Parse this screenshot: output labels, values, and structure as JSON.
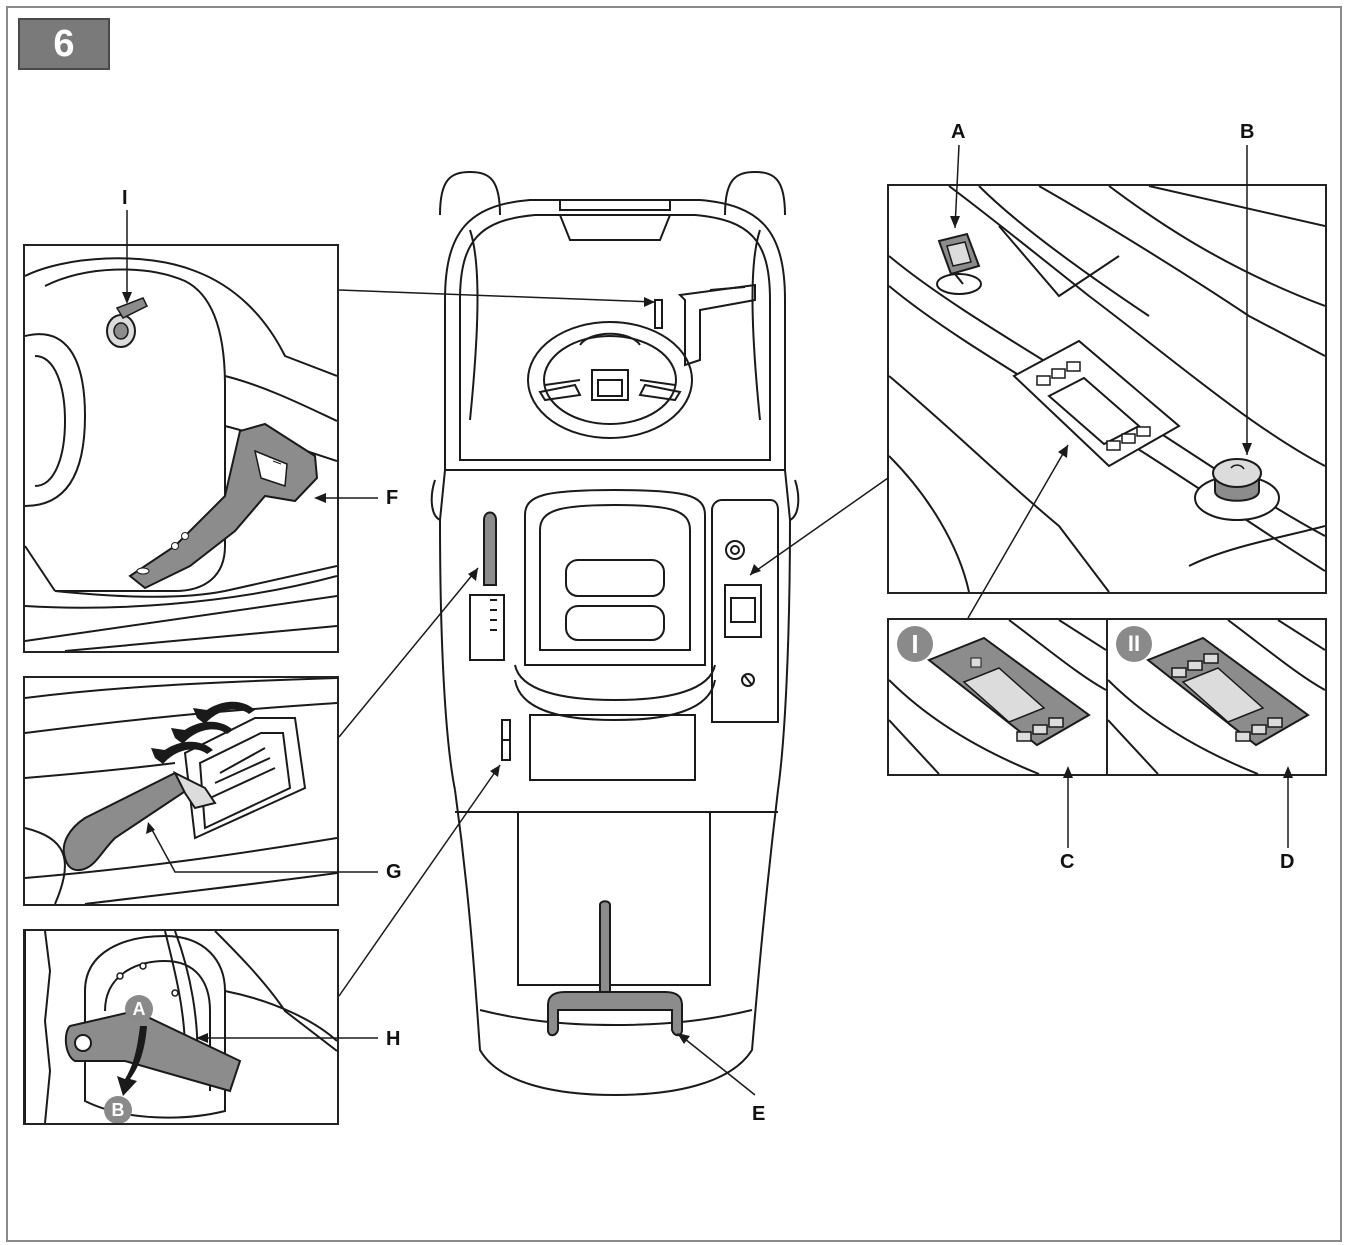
{
  "figure": {
    "number": "6"
  },
  "callouts": {
    "A": "A",
    "B": "B",
    "C": "C",
    "D": "D",
    "E": "E",
    "F": "F",
    "G": "G",
    "H": "H",
    "I": "I"
  },
  "mode_badges": {
    "one": "I",
    "two": "II"
  },
  "wheel_badges": {
    "a": "A",
    "b": "B"
  },
  "colors": {
    "line": "#1a1a1a",
    "badge": "#7a7a7a",
    "part": "#8c8c8c",
    "frame": "#8a8a8a"
  }
}
